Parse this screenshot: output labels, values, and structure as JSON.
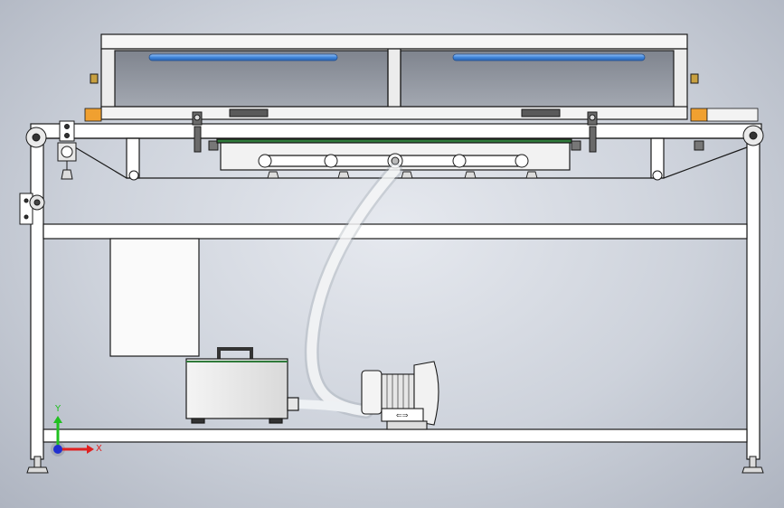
{
  "scene": {
    "title": "",
    "colors": {
      "background": "#c9ced8",
      "frame": "#ffffff",
      "outline": "#1a1a1a",
      "glass": "#8e939c",
      "uv_lamp": "#4a8fe0",
      "bracket_orange": "#f0a030",
      "hose": "#e8ecf0",
      "axis_x": "#e02020",
      "axis_y": "#20c020",
      "axis_z": "#2030d0"
    },
    "icons": [
      "machine-front-view",
      "uv-lamp",
      "vacuum-blower",
      "control-box",
      "axis-triad-icon"
    ]
  },
  "axis_triad": {
    "x_label": "X",
    "y_label": "Y"
  }
}
